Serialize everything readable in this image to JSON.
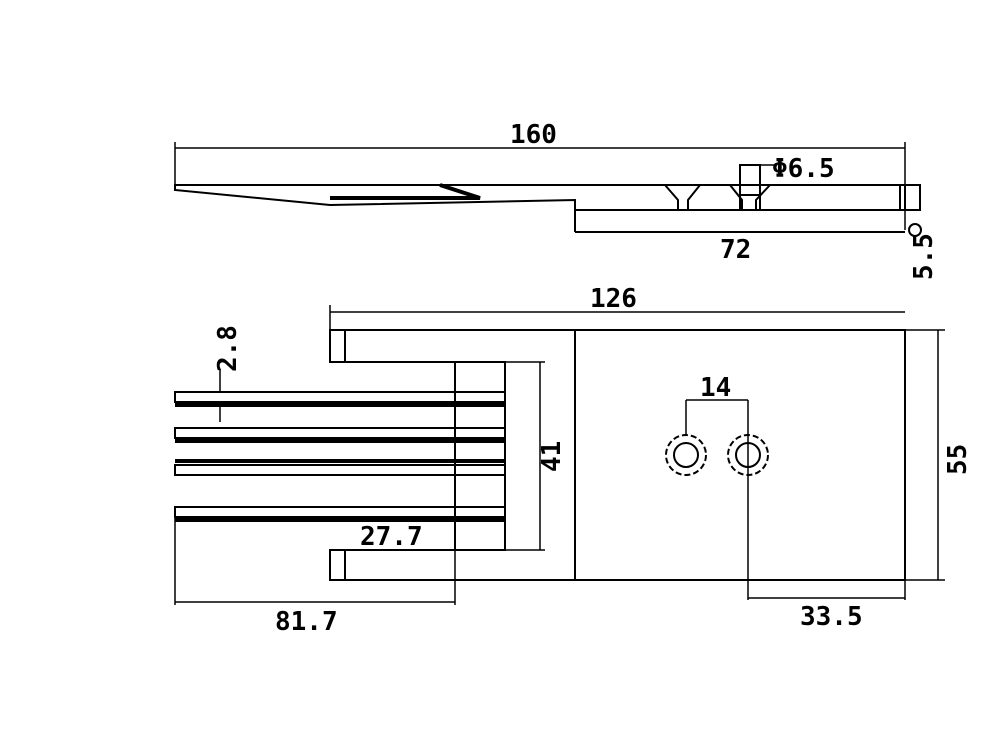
{
  "drawing": {
    "side_view": {
      "overall_length": "160",
      "hole_diameter": "Φ6.5",
      "base_length": "72",
      "thickness": "5.5"
    },
    "top_view": {
      "plate_length": "126",
      "pin_pitch": "2.8",
      "hole_spacing": "14",
      "comb_width": "41",
      "plate_width": "55",
      "slot_depth": "27.7",
      "pin_length": "81.7",
      "hole_offset": "33.5"
    }
  }
}
